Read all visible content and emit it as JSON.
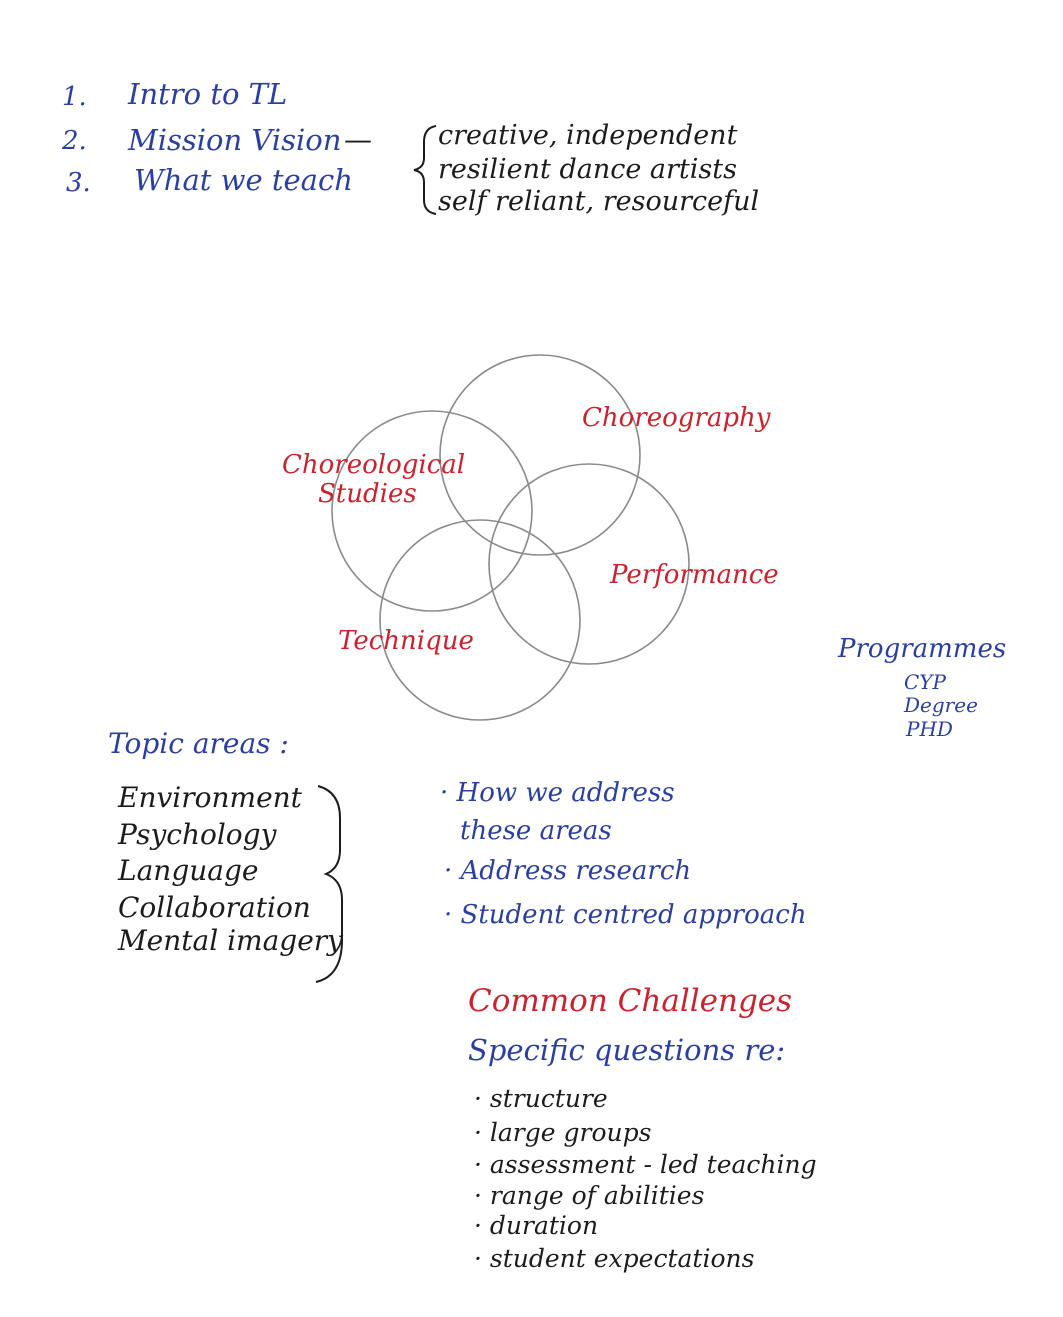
{
  "agenda": [
    {
      "num": "1.",
      "text": "Intro to TL"
    },
    {
      "num": "2.",
      "text": "Mission Vision"
    },
    {
      "num": "3.",
      "text": "What we teach"
    }
  ],
  "mission": {
    "dash": "—",
    "lines": [
      "creative, independent",
      "resilient dance artists",
      "self reliant, resourceful"
    ]
  },
  "diagram": {
    "labels": {
      "choreological_line1": "Choreological",
      "choreological_line2": "Studies",
      "choreography": "Choreography",
      "performance": "Performance",
      "technique": "Technique"
    }
  },
  "programmes": {
    "title": "Programmes",
    "items": [
      "CYP",
      "Degree",
      "PHD"
    ]
  },
  "topics": {
    "title": "Topic areas :",
    "items": [
      "Environment",
      "Psychology",
      "Language",
      "Collaboration",
      "Mental imagery"
    ]
  },
  "points": {
    "line1": "· How we address",
    "line2": "these areas",
    "line3": "· Address research",
    "line4": "· Student centred approach"
  },
  "challenges": {
    "title": "Common Challenges",
    "subtitle": "Specific questions re:",
    "items": [
      "· structure",
      "· large groups",
      "· assessment - led teaching",
      "· range of abilities",
      "· duration",
      "· student expectations"
    ]
  },
  "colors": {
    "blue_ink": "#2b3f9c",
    "red_ink": "#c8232e",
    "black_ink": "#1c1c1c",
    "pencil": "#8a8a8a"
  }
}
